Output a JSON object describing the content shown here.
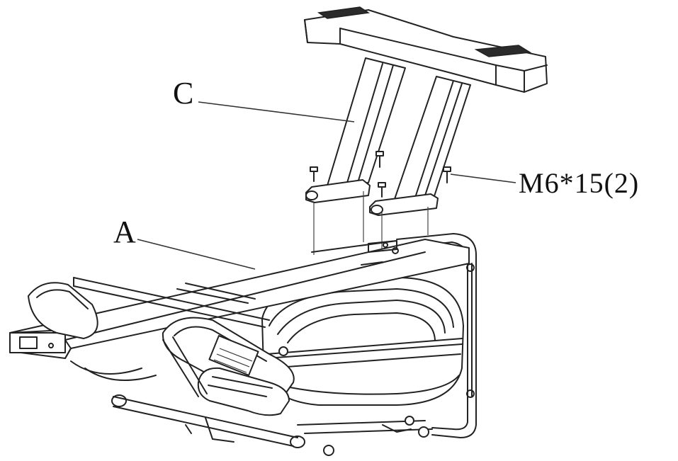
{
  "labels": {
    "part_c": "C",
    "part_a": "A",
    "bolts": "M6*15(2)"
  },
  "colors": {
    "line": "#222222",
    "background": "#ffffff"
  }
}
